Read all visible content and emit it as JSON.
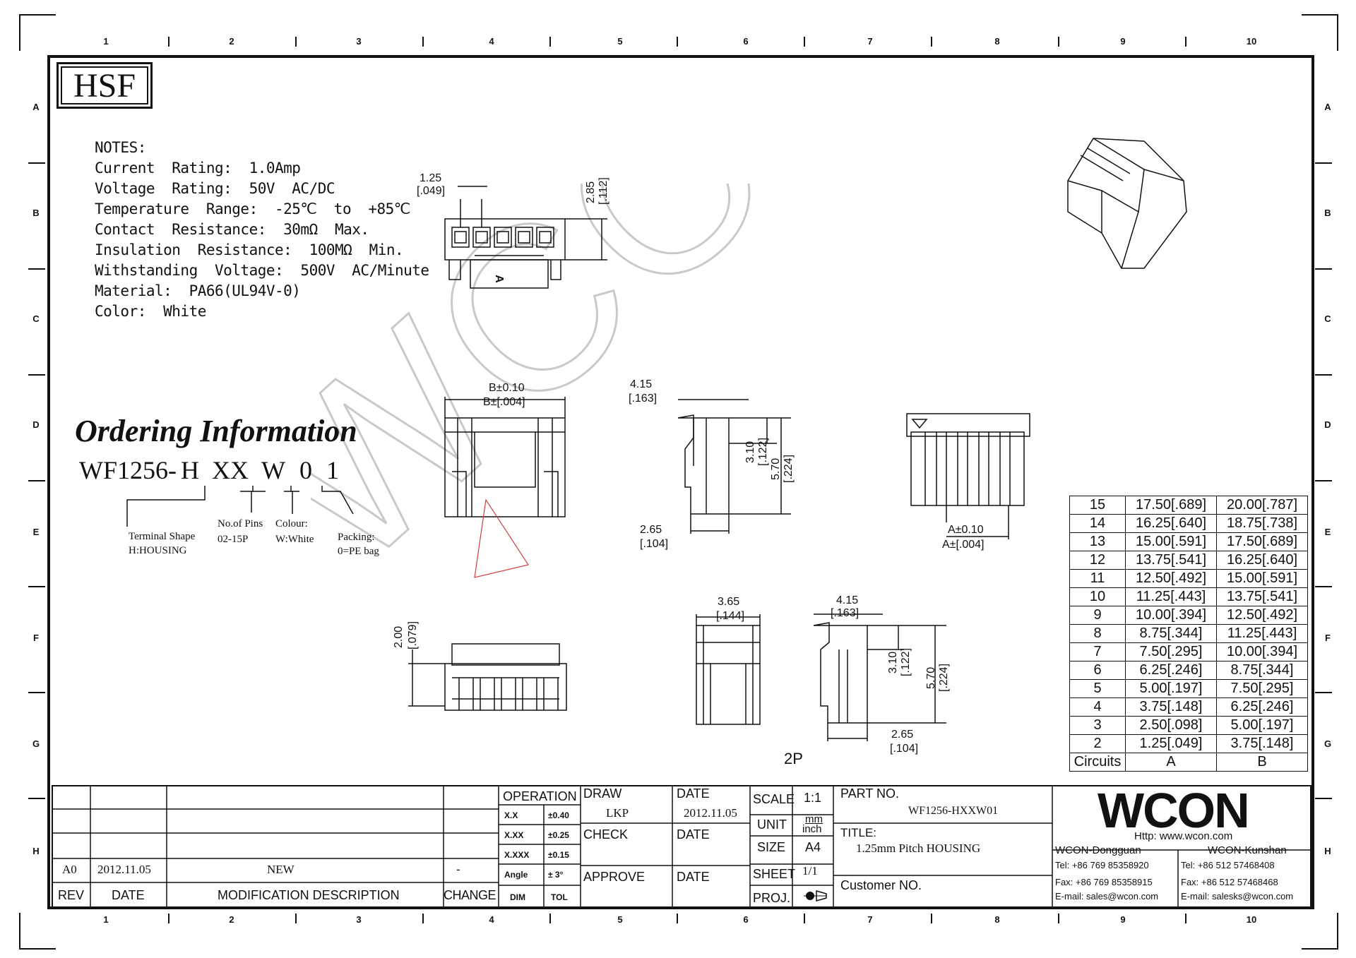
{
  "logo_hsf": "HSF",
  "zones": {
    "columns": [
      "1",
      "2",
      "3",
      "4",
      "5",
      "6",
      "7",
      "8",
      "9",
      "10"
    ],
    "rows": [
      "A",
      "B",
      "C",
      "D",
      "E",
      "F",
      "G",
      "H"
    ]
  },
  "notes": [
    "NOTES:",
    "Current  Rating:  1.0Amp",
    "Voltage  Rating:  50V  AC/DC",
    "Temperature  Range:  -25℃  to  +85℃",
    "Contact  Resistance:  30mΩ  Max.",
    "Insulation  Resistance:  100MΩ  Min.",
    "Withstanding  Voltage:  500V  AC/Minute",
    "Material:  PA66(UL94V-0)",
    "Color:  White"
  ],
  "ordering": {
    "title": "Ordering Information",
    "prefix": "WF1256-",
    "codes": [
      "H",
      "XX",
      "W",
      "0",
      "1"
    ],
    "labels": {
      "terminal_shape": "Terminal Shape",
      "terminal_value": "H:HOUSING",
      "pins": "No.of Pins",
      "pins_value": "02-15P",
      "colour": "Colour:",
      "colour_value": "W:White",
      "packing": "Packing:",
      "packing_value": "0=PE bag"
    }
  },
  "dims": {
    "d1_125": "1.25",
    "d1_049": "[.049]",
    "d1_285": "2.85",
    "d1_112": "[.112]",
    "mark_a": "A",
    "b_tol": "B±0.10",
    "b_tol_in": "B±[.004]",
    "d415": "4.15",
    "d163": "[.163]",
    "d310": "3.10",
    "d122": "[.122]",
    "d570": "5.70",
    "d224": "[.224]",
    "d265": "2.65",
    "d104": "[.104]",
    "a_tol": "A±0.10",
    "a_tol_in": "A±[.004]",
    "d200": "2.00",
    "d079": "[.079]",
    "d365": "3.65",
    "d144": "[.144]",
    "sample": "2P"
  },
  "circuits_table": {
    "rows": [
      [
        "15",
        "17.50[.689]",
        "20.00[.787]"
      ],
      [
        "14",
        "16.25[.640]",
        "18.75[.738]"
      ],
      [
        "13",
        "15.00[.591]",
        "17.50[.689]"
      ],
      [
        "12",
        "13.75[.541]",
        "16.25[.640]"
      ],
      [
        "11",
        "12.50[.492]",
        "15.00[.591]"
      ],
      [
        "10",
        "11.25[.443]",
        "13.75[.541]"
      ],
      [
        "9",
        "10.00[.394]",
        "12.50[.492]"
      ],
      [
        "8",
        "8.75[.344]",
        "11.25[.443]"
      ],
      [
        "7",
        "7.50[.295]",
        "10.00[.394]"
      ],
      [
        "6",
        "6.25[.246]",
        "8.75[.344]"
      ],
      [
        "5",
        "5.00[.197]",
        "7.50[.295]"
      ],
      [
        "4",
        "3.75[.148]",
        "6.25[.246]"
      ],
      [
        "3",
        "2.50[.098]",
        "5.00[.197]"
      ],
      [
        "2",
        "1.25[.049]",
        "3.75[.148]"
      ]
    ],
    "header": [
      "Circuits",
      "A",
      "B"
    ]
  },
  "title_block": {
    "rev_label": "REV",
    "date_label": "DATE",
    "mod_label": "MODIFICATION  DESCRIPTION",
    "change_label": "CHANGE",
    "rev_value": "A0",
    "rev_date": "2012.11.05",
    "rev_desc": "NEW",
    "rev_change": "-",
    "operation": "OPERATION",
    "tol_rows": [
      [
        "X.X",
        "±0.40"
      ],
      [
        "X.XX",
        "±0.25"
      ],
      [
        "X.XXX",
        "±0.15"
      ],
      [
        "Angle",
        "± 3°"
      ]
    ],
    "dim": "DIM",
    "tol": "TOL",
    "draw": "DRAW",
    "draw_by": "LKP",
    "date1": "DATE",
    "draw_date": "2012.11.05",
    "check": "CHECK",
    "date2": "DATE",
    "approve": "APPROVE",
    "date3": "DATE",
    "scale": "SCALE",
    "scale_val": "1:1",
    "unit": "UNIT",
    "unit_mm": "mm",
    "unit_inch": "inch",
    "size": "SIZE",
    "size_val": "A4",
    "sheet": "SHEET",
    "sheet_val": "1/1",
    "proj": "PROJ.",
    "part_no_label": "PART  NO.",
    "part_no": "WF1256-HXXW01",
    "title_label": "TITLE:",
    "title_value": "1.25mm Pitch HOUSING",
    "customer_no": "Customer  NO.",
    "company_logo": "WCON",
    "website": "Http:  www.wcon.com",
    "dongguan": "WCON-Dongguan",
    "dg_tel": "Tel: +86 769 85358920",
    "dg_fax": "Fax: +86 769 85358915",
    "dg_mail": "E-mail: sales@wcon.com",
    "kunshan": "WCON-Kunshan",
    "ks_tel": "Tel: +86 512 57468408",
    "ks_fax": "Fax: +86 512 57468468",
    "ks_mail": "E-mail: salesks@wcon.com"
  },
  "watermark": "WCON"
}
